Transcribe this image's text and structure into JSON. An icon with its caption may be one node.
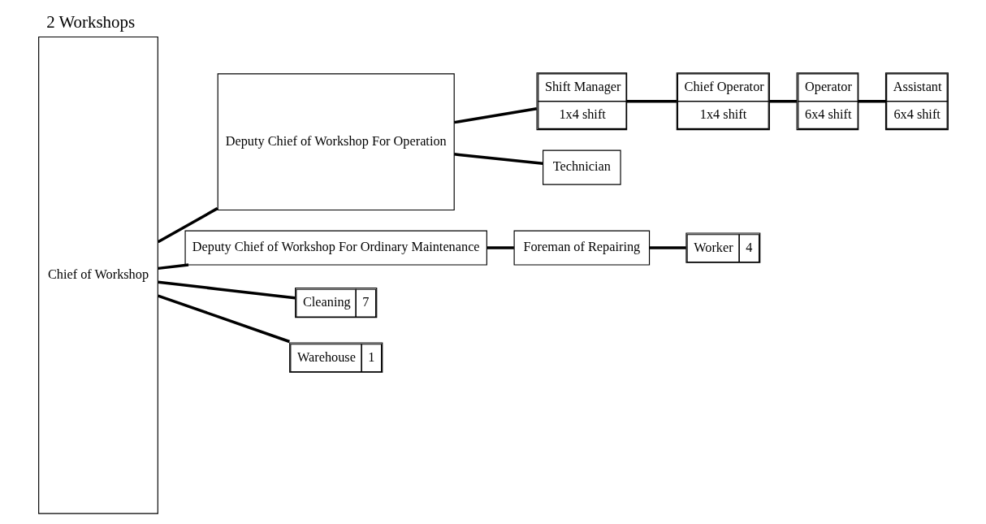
{
  "diagram": {
    "title": "2 Workshops",
    "nodes": [
      {
        "text": [
          "Chief of Workshop"
        ]
      },
      {
        "text": [
          "Deputy Chief of Workshop For Operation"
        ]
      },
      {
        "text": [
          "Shift Manager",
          "1x4 shift"
        ]
      },
      {
        "text": [
          "Chief Operator",
          "1x4 shift"
        ]
      },
      {
        "text": [
          "Operator",
          "6x4 shift"
        ]
      },
      {
        "text": [
          "Assistant",
          "6x4 shift"
        ]
      },
      {
        "text": [
          "Technician"
        ]
      },
      {
        "text": [
          "Deputy Chief of Workshop For Ordinary Maintenance"
        ]
      },
      {
        "text": [
          "Foreman of Repairing"
        ]
      },
      {
        "text": [
          "Worker",
          "4"
        ]
      },
      {
        "text": [
          "Cleaning",
          "7"
        ]
      },
      {
        "text": [
          "Warehouse",
          "1"
        ]
      }
    ],
    "edges": [
      {
        "from": 0,
        "to": 1,
        "arrow": "none"
      },
      {
        "from": 1,
        "to": 2,
        "arrow": "none"
      },
      {
        "from": 2,
        "to": 3,
        "arrow": "none"
      },
      {
        "from": 3,
        "to": 4,
        "arrow": "none"
      },
      {
        "from": 4,
        "to": 5,
        "arrow": "none"
      },
      {
        "from": 1,
        "to": 6,
        "arrow": "none"
      },
      {
        "from": 0,
        "to": 7,
        "arrow": "none"
      },
      {
        "from": 7,
        "to": 8,
        "arrow": "none"
      },
      {
        "from": 8,
        "to": 9,
        "arrow": "none"
      },
      {
        "from": 0,
        "to": 10,
        "arrow": "none"
      },
      {
        "from": 0,
        "to": 11,
        "arrow": "none"
      }
    ]
  }
}
